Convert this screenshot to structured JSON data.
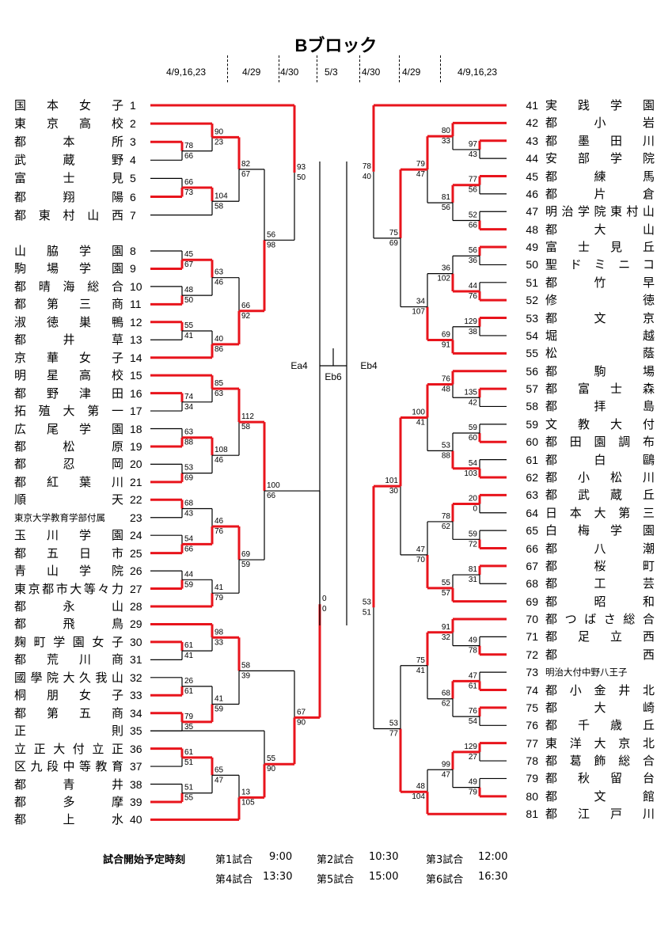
{
  "title": "Bブロック",
  "dates": [
    "4/9,16,23",
    "4/29",
    "4/30",
    "5/3",
    "4/30",
    "4/29",
    "4/9,16,23"
  ],
  "center_labels": {
    "left": "Ea4",
    "center": "Eb6",
    "right": "Eb4"
  },
  "left_teams": [
    {
      "no": "1",
      "name": "国本女子"
    },
    {
      "no": "2",
      "name": "東京高校"
    },
    {
      "no": "3",
      "name": "都本所"
    },
    {
      "no": "4",
      "name": "武蔵野"
    },
    {
      "no": "5",
      "name": "富士見"
    },
    {
      "no": "6",
      "name": "都翔陽"
    },
    {
      "no": "7",
      "name": "都東村山西"
    },
    {
      "no": "8",
      "name": "山脇学園"
    },
    {
      "no": "9",
      "name": "駒場学園"
    },
    {
      "no": "10",
      "name": "都晴海総合"
    },
    {
      "no": "11",
      "name": "都第三商"
    },
    {
      "no": "12",
      "name": "淑徳巣鴨"
    },
    {
      "no": "13",
      "name": "都井草"
    },
    {
      "no": "14",
      "name": "京華女子"
    },
    {
      "no": "15",
      "name": "明星高校"
    },
    {
      "no": "16",
      "name": "都野津田"
    },
    {
      "no": "17",
      "name": "拓殖大第一"
    },
    {
      "no": "18",
      "name": "広尾学園"
    },
    {
      "no": "19",
      "name": "都松原"
    },
    {
      "no": "20",
      "name": "都忍岡"
    },
    {
      "no": "21",
      "name": "都紅葉川"
    },
    {
      "no": "22",
      "name": "順天"
    },
    {
      "no": "23",
      "name": "東京大学教育学部付属"
    },
    {
      "no": "24",
      "name": "玉川学園"
    },
    {
      "no": "25",
      "name": "都五日市"
    },
    {
      "no": "26",
      "name": "青山学院"
    },
    {
      "no": "27",
      "name": "東京都市大等々力"
    },
    {
      "no": "28",
      "name": "都永山"
    },
    {
      "no": "29",
      "name": "都飛鳥"
    },
    {
      "no": "30",
      "name": "麹町学園女子"
    },
    {
      "no": "31",
      "name": "都荒川商"
    },
    {
      "no": "32",
      "name": "國學院大久我山"
    },
    {
      "no": "33",
      "name": "桐朋女子"
    },
    {
      "no": "34",
      "name": "都第五商"
    },
    {
      "no": "35",
      "name": "正則"
    },
    {
      "no": "36",
      "name": "立正大付立正"
    },
    {
      "no": "37",
      "name": "区九段中等教育"
    },
    {
      "no": "38",
      "name": "都青井"
    },
    {
      "no": "39",
      "name": "都多摩"
    },
    {
      "no": "40",
      "name": "都上水"
    }
  ],
  "right_teams": [
    {
      "no": "41",
      "name": "実践学園"
    },
    {
      "no": "42",
      "name": "都小岩"
    },
    {
      "no": "43",
      "name": "都墨田川"
    },
    {
      "no": "44",
      "name": "安部学院"
    },
    {
      "no": "45",
      "name": "都練馬"
    },
    {
      "no": "46",
      "name": "都片倉"
    },
    {
      "no": "47",
      "name": "明治学院東村山"
    },
    {
      "no": "48",
      "name": "都大山"
    },
    {
      "no": "49",
      "name": "富士見丘"
    },
    {
      "no": "50",
      "name": "聖ドミニコ"
    },
    {
      "no": "51",
      "name": "都竹早"
    },
    {
      "no": "52",
      "name": "修徳"
    },
    {
      "no": "53",
      "name": "都文京"
    },
    {
      "no": "54",
      "name": "堀越"
    },
    {
      "no": "55",
      "name": "松蔭"
    },
    {
      "no": "56",
      "name": "都駒場"
    },
    {
      "no": "57",
      "name": "都富士森"
    },
    {
      "no": "58",
      "name": "都拝島"
    },
    {
      "no": "59",
      "name": "文教大付"
    },
    {
      "no": "60",
      "name": "都田園調布"
    },
    {
      "no": "61",
      "name": "都白鷗"
    },
    {
      "no": "62",
      "name": "都小松川"
    },
    {
      "no": "63",
      "name": "都武蔵丘"
    },
    {
      "no": "64",
      "name": "日本大第三"
    },
    {
      "no": "65",
      "name": "白梅学園"
    },
    {
      "no": "66",
      "name": "都八潮"
    },
    {
      "no": "67",
      "name": "都桜町"
    },
    {
      "no": "68",
      "name": "都工芸"
    },
    {
      "no": "69",
      "name": "都昭和"
    },
    {
      "no": "70",
      "name": "都つばさ総合"
    },
    {
      "no": "71",
      "name": "都足立西"
    },
    {
      "no": "72",
      "name": "都西"
    },
    {
      "no": "73",
      "name": "明治大付中野八王子"
    },
    {
      "no": "74",
      "name": "都小金井北"
    },
    {
      "no": "75",
      "name": "都大崎"
    },
    {
      "no": "76",
      "name": "都千歳丘"
    },
    {
      "no": "77",
      "name": "東洋大京北"
    },
    {
      "no": "78",
      "name": "都葛飾総合"
    },
    {
      "no": "79",
      "name": "都秋留台"
    },
    {
      "no": "80",
      "name": "都文館"
    },
    {
      "no": "81",
      "name": "都江戸川"
    }
  ],
  "scores": {
    "l_r1": [
      [
        "78",
        "66"
      ],
      [
        "66",
        "73"
      ],
      [
        "45",
        "67"
      ],
      [
        "48",
        "50"
      ],
      [
        "55",
        "41"
      ],
      [
        "74",
        "34"
      ],
      [
        "63",
        "88"
      ],
      [
        "53",
        "69"
      ],
      [
        "68",
        "43"
      ],
      [
        "54",
        "66"
      ],
      [
        "44",
        "59"
      ],
      [
        "61",
        "41"
      ],
      [
        "26",
        "61"
      ],
      [
        "79",
        "35"
      ],
      [
        "61",
        "51"
      ],
      [
        "51",
        "55"
      ]
    ],
    "l_r2": [
      [
        "90",
        "23"
      ],
      [
        "104",
        "58"
      ],
      [
        "63",
        "46"
      ],
      [
        "40",
        "86"
      ],
      [
        "85",
        "63"
      ],
      [
        "108",
        "46"
      ],
      [
        "46",
        "76"
      ],
      [
        "41",
        "79"
      ],
      [
        "98",
        "33"
      ],
      [
        "41",
        "59"
      ],
      [
        "65",
        "47"
      ],
      [
        "13",
        "105"
      ]
    ],
    "l_r3": [
      [
        "82",
        "67"
      ],
      [
        "66",
        "92"
      ],
      [
        "112",
        "58"
      ],
      [
        "69",
        "59"
      ],
      [
        "58",
        "39"
      ],
      [
        "55",
        "90"
      ]
    ],
    "l_r4": [
      [
        "56",
        "98"
      ],
      [
        "100",
        "66"
      ],
      [
        "67",
        "90"
      ]
    ],
    "l_r5": [
      [
        "93",
        "50"
      ]
    ],
    "r_r1": [
      [
        "97",
        "43"
      ],
      [
        "77",
        "56"
      ],
      [
        "52",
        "66"
      ],
      [
        "56",
        "36"
      ],
      [
        "44",
        "76"
      ],
      [
        "129",
        "38"
      ],
      [
        "135",
        "42"
      ],
      [
        "59",
        "60"
      ],
      [
        "54",
        "103"
      ],
      [
        "20",
        "0"
      ],
      [
        "59",
        "72"
      ],
      [
        "81",
        "31"
      ],
      [
        "49",
        "78"
      ],
      [
        "47",
        "61"
      ],
      [
        "76",
        "54"
      ],
      [
        "129",
        "27"
      ],
      [
        "49",
        "79"
      ]
    ],
    "r_r2": [
      [
        "80",
        "33"
      ],
      [
        "81",
        "56"
      ],
      [
        "36",
        "102"
      ],
      [
        "69",
        "91"
      ],
      [
        "76",
        "48"
      ],
      [
        "53",
        "88"
      ],
      [
        "78",
        "62"
      ],
      [
        "55",
        "57"
      ],
      [
        "91",
        "32"
      ],
      [
        "68",
        "62"
      ],
      [
        "99",
        "47"
      ]
    ],
    "r_r3": [
      [
        "79",
        "47"
      ],
      [
        "34",
        "107"
      ],
      [
        "100",
        "41"
      ],
      [
        "47",
        "70"
      ],
      [
        "75",
        "41"
      ],
      [
        "48",
        "104"
      ]
    ],
    "r_r4": [
      [
        "75",
        "69"
      ],
      [
        "101",
        "30"
      ],
      [
        "53",
        "77"
      ]
    ],
    "r_r5": [
      [
        "78",
        "40"
      ],
      [
        "53",
        "51"
      ]
    ]
  },
  "schedule": {
    "label": "試合開始予定時刻",
    "games": [
      {
        "name": "第1試合",
        "time": "9:00"
      },
      {
        "name": "第2試合",
        "time": "10:30"
      },
      {
        "name": "第3試合",
        "time": "12:00"
      },
      {
        "name": "第4試合",
        "time": "13:30"
      },
      {
        "name": "第5試合",
        "time": "15:00"
      },
      {
        "name": "第6試合",
        "time": "16:30"
      }
    ]
  },
  "colors": {
    "winner_line": "#e8141c",
    "loser_line": "#000000"
  }
}
